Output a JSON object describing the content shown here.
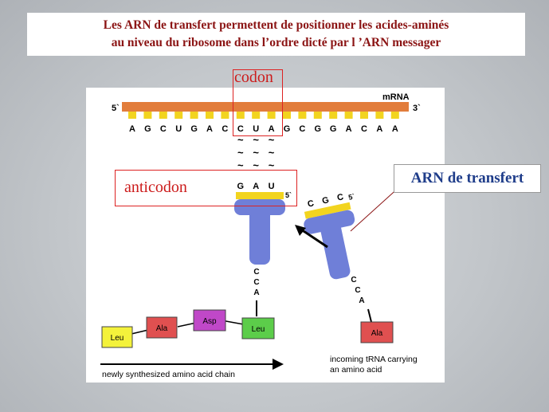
{
  "title": {
    "line1": "Les ARN de transfert permettent de positionner les acides-aminés",
    "line2": "au niveau du ribosome dans l’ordre dicté par l ’ARN messager"
  },
  "labels": {
    "codon": "codon",
    "anticodon": "anticodon",
    "arn_transfert": "ARN de transfert"
  },
  "mrna": {
    "label": "mRNA",
    "five_prime": "5`",
    "three_prime": "3`",
    "bases": [
      "A",
      "G",
      "C",
      "U",
      "G",
      "A",
      "C",
      "C",
      "U",
      "A",
      "G",
      "C",
      "G",
      "G",
      "A",
      "C",
      "A",
      "A"
    ]
  },
  "pairing_symbol": "~",
  "trna_bound": {
    "anticodon": [
      "G",
      "A",
      "U"
    ],
    "five_prime": "5`",
    "tail": [
      "C",
      "C",
      "A"
    ]
  },
  "trna_incoming": {
    "anticodon": [
      "C",
      "G",
      "C"
    ],
    "five_prime": "5`",
    "tail": [
      "C",
      "C",
      "A"
    ],
    "amino_acid": "Ala"
  },
  "chain": [
    "Leu",
    "Ala",
    "Asp",
    "Leu"
  ],
  "captions": {
    "incoming_line1": "incoming tRNA carrying",
    "incoming_line2": "an amino acid",
    "chain": "newly synthesized amino acid chain"
  },
  "colors": {
    "title_text": "#8b1414",
    "mrna_strand": "#e27d3c",
    "base_tick": "#f2d41f",
    "trna": "#6f7fd8",
    "leu": "#f4f23b",
    "ala": "#e05050",
    "asp": "#c048c8",
    "leu_green": "#5ccd4a",
    "highlight": "#cc1b1b"
  }
}
